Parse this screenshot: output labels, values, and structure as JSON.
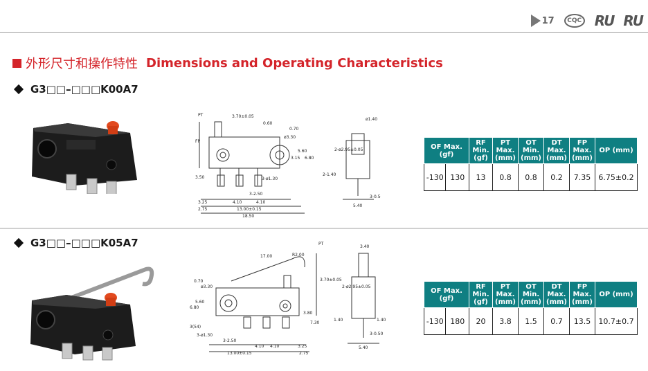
{
  "certifications": {
    "cert1": "17",
    "cert2": "CQC",
    "cert3": "RU",
    "cert4": "RU"
  },
  "section": {
    "title_cn": "外形尺寸和操作特性",
    "title_en": "Dimensions and Operating Characteristics"
  },
  "models": [
    {
      "name": "G3□□–□□□K00A7",
      "headers": {
        "of": "OF Max. (gf)",
        "rf": "RF Min. (gf)",
        "pt": "PT Max. (mm)",
        "ot": "OT Min. (mm)",
        "dt": "DT Max. (mm)",
        "fp": "FP Max. (mm)",
        "op": "OP (mm)"
      },
      "values": {
        "of": "-130",
        "of2": "130",
        "rf": "13",
        "pt": "0.8",
        "ot": "0.8",
        "dt": "0.2",
        "fp": "7.35",
        "op": "6.75±0.2"
      },
      "drawing_labels": [
        "PT",
        "FP",
        "3.70±0.05",
        "0.60",
        "0.70",
        "ø3.30",
        "3.15",
        "5.60",
        "6.80",
        "3.50",
        "3-ø1.30",
        "3-2.50",
        "3.25",
        "4.10",
        "4.10",
        "2.75",
        "13.00±0.15",
        "18.50",
        "ø1.40",
        "2-ø2.95±0.05",
        "2-1.40",
        "3-0.50",
        "5.40"
      ]
    },
    {
      "name": "G3□□–□□□K05A7",
      "headers": {
        "of": "OF Max. (gf)",
        "rf": "RF Min. (gf)",
        "pt": "PT Max. (mm)",
        "ot": "OT Min. (mm)",
        "dt": "DT Max. (mm)",
        "fp": "FP Max. (mm)",
        "op": "OP (mm)"
      },
      "values": {
        "of": "-130",
        "of2": "180",
        "rf": "20",
        "pt": "3.8",
        "ot": "1.5",
        "dt": "0.7",
        "fp": "13.5",
        "op": "10.7±0.7"
      },
      "drawing_labels": [
        "17.00",
        "R2.00",
        "PT",
        "ø3.30",
        "0.70",
        "3.70±0.05",
        "6.80",
        "5.60",
        "3.80",
        "7.30",
        "3(54)",
        "3-ø1.30",
        "3-2.50",
        "4.10",
        "4.10",
        "3.25",
        "13.00±0.15",
        "2.75",
        "3.40",
        "2-ø2.95±0.05",
        "1.40",
        "1.40",
        "3-0.50",
        "5.40"
      ]
    }
  ],
  "colors": {
    "accent": "#d4242a",
    "table_header": "#0f7f82"
  }
}
